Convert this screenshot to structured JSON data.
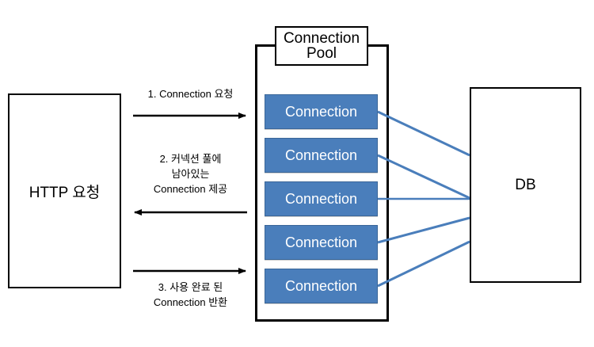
{
  "diagram": {
    "title_absent": true,
    "background_color": "#ffffff",
    "accent_color": "#4A7EBB",
    "line_color": "#4A7EBB",
    "stroke_color": "#000000"
  },
  "client": {
    "label": "HTTP 요청"
  },
  "pool": {
    "title": "Connection\nPool",
    "connections": [
      {
        "label": "Connection"
      },
      {
        "label": "Connection"
      },
      {
        "label": "Connection"
      },
      {
        "label": "Connection"
      },
      {
        "label": "Connection"
      }
    ]
  },
  "database": {
    "label": "DB"
  },
  "flows": [
    {
      "id": "request",
      "direction": "right",
      "label": "1. Connection 요청"
    },
    {
      "id": "provide",
      "direction": "left",
      "label": "2. 커넥션 풀에\n남아있는\nConnection 제공"
    },
    {
      "id": "return",
      "direction": "right",
      "label": "3. 사용 완료 된\nConnection 반환"
    }
  ],
  "links": [
    {
      "from": "connection-1",
      "to": "database"
    },
    {
      "from": "connection-2",
      "to": "database"
    },
    {
      "from": "connection-3",
      "to": "database"
    },
    {
      "from": "connection-4",
      "to": "database"
    },
    {
      "from": "connection-5",
      "to": "database"
    }
  ]
}
